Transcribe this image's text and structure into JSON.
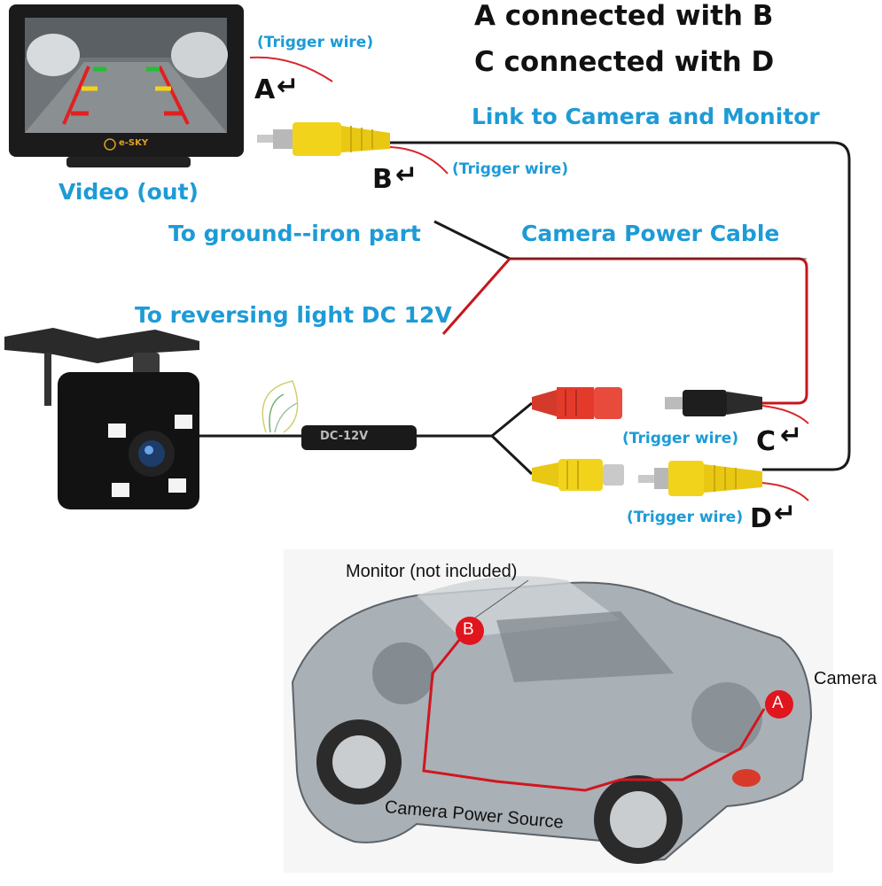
{
  "headline": {
    "line1": "A connected with B",
    "line2": "C connected with D"
  },
  "labels": {
    "link": "Link to Camera and Monitor",
    "video_out": "Video (out)",
    "ground": "To ground--iron part",
    "power_cable": "Camera Power Cable",
    "reversing": "To reversing light DC 12V",
    "trigger_a": "(Trigger wire)",
    "trigger_b": "(Trigger wire)",
    "trigger_c": "(Trigger wire)",
    "trigger_d": "(Trigger wire)",
    "letter_a": "A",
    "letter_b": "B",
    "letter_c": "C",
    "letter_d": "D",
    "arrow": "↵",
    "dc_tag": "DC-12V",
    "monitor_brand": "e-SKY"
  },
  "car": {
    "monitor": "Monitor (not included)",
    "camera": "Camera",
    "power_source": "Camera Power Source",
    "marker_b": "B",
    "marker_a": "A"
  },
  "colors": {
    "label_blue": "#1d9bd6",
    "wire_red": "#d9262c",
    "rca_yellow": "#f2d31b",
    "plug_red": "#e43a2b"
  }
}
